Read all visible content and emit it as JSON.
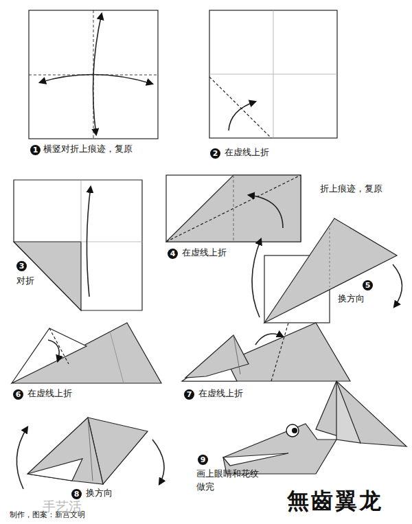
{
  "diagram": {
    "labels": [
      "1",
      "横竖对折上痕迹，复原",
      "2",
      "在虚线上折",
      "3",
      "对折",
      "4",
      "在虚线上折",
      "折上痕迹，复原",
      "5",
      "换方向",
      "6",
      "在虚线上折",
      "7",
      "在虚线上折",
      "8",
      "换方向",
      "9",
      "画上眼睛和花纹 做完",
      "無齒翼龙",
      "制作，图案：新宫文明",
      "手艺活"
    ]
  }
}
